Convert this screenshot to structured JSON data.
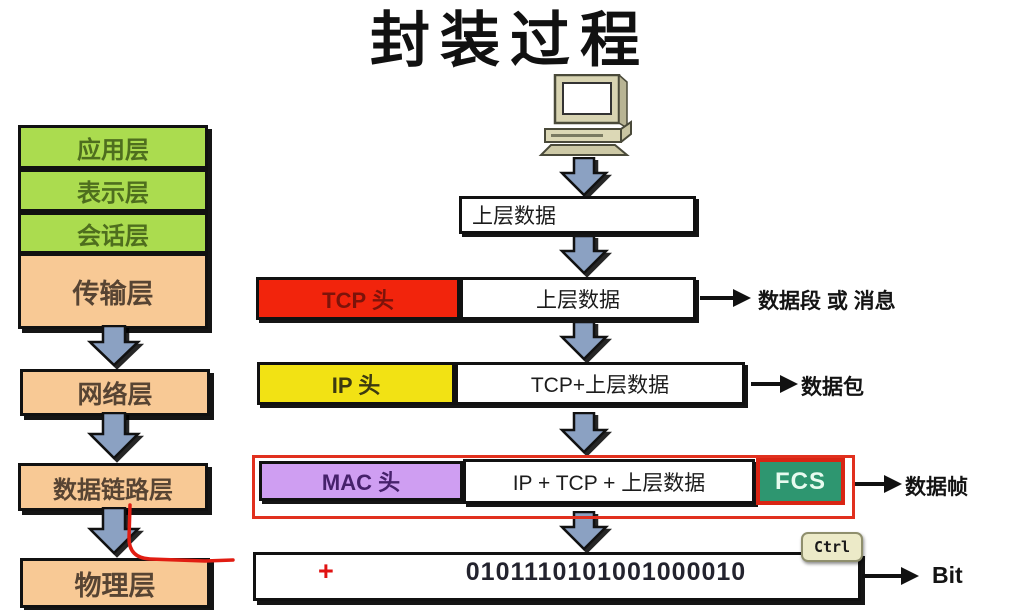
{
  "title": "封装过程",
  "osi_stack": {
    "layers": [
      {
        "label": "应用层"
      },
      {
        "label": "表示层"
      },
      {
        "label": "会话层"
      },
      {
        "label": "传输层"
      },
      {
        "label": "网络层"
      },
      {
        "label": "数据链路层"
      },
      {
        "label": "物理层"
      }
    ]
  },
  "flow": {
    "row1": {
      "data": "上层数据"
    },
    "row2": {
      "header": "TCP 头",
      "data": "上层数据",
      "result": "数据段 或 消息"
    },
    "row3": {
      "header": "IP 头",
      "data": "TCP+上层数据",
      "result": "数据包"
    },
    "row4": {
      "header": "MAC 头",
      "data": "IP + TCP + 上层数据",
      "trailer": "FCS",
      "result": "数据帧"
    },
    "row5": {
      "plus": "+",
      "bits": "0101110101001000010",
      "result": "Bit"
    }
  },
  "overlay": {
    "key_badge": "Ctrl"
  },
  "icons": {
    "computer": "computer-icon",
    "down_arrow": "down-arrow-icon",
    "right_arrow": "right-arrow-icon",
    "red_pen": "red-pen-annotation"
  },
  "colors": {
    "layer_upper_bg": "#abdc4f",
    "layer_upper_text": "#4e6e1e",
    "layer_lower_bg": "#f8c995",
    "layer_lower_text": "#574433",
    "tcp_bg": "#f2240c",
    "tcp_text": "#7c130a",
    "ip_bg": "#f2e214",
    "mac_bg": "#cf9ef2",
    "fcs_bg": "#2e9670",
    "annotation_red": "#e1301e",
    "arrow_fill": "#8ba1c2",
    "plus_red": "#e01212",
    "ctrl_badge_bg": "#eceac8"
  }
}
